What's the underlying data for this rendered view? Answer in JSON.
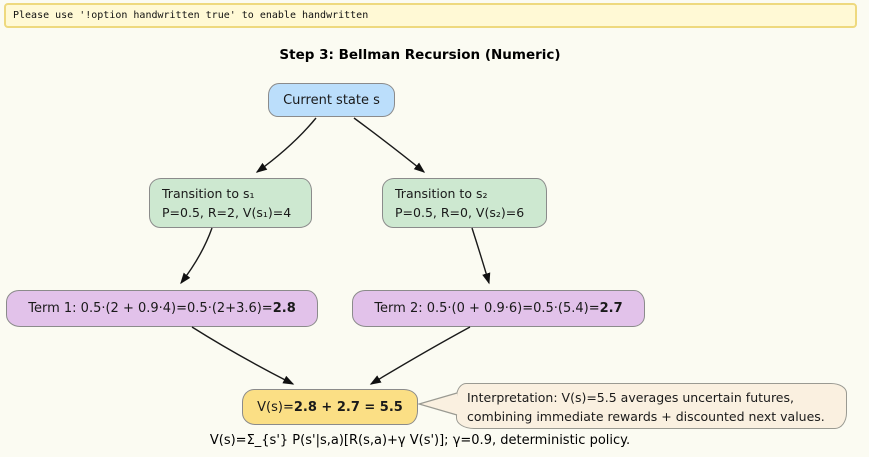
{
  "banner": {
    "text": "Please use '!option handwritten true' to enable handwritten"
  },
  "title": "Step 3: Bellman Recursion (Numeric)",
  "diagram": {
    "current": {
      "label": "Current state s"
    },
    "transition1": {
      "line1": "Transition to s₁",
      "line2": "P=0.5, R=2, V(s₁)=4"
    },
    "transition2": {
      "line1": "Transition to s₂",
      "line2": "P=0.5, R=0, V(s₂)=6"
    },
    "term1": {
      "prefix": "Term 1: 0.5·(2 + 0.9·4)=0.5·(2+3.6)=",
      "result": "2.8"
    },
    "term2": {
      "prefix": "Term 2: 0.5·(0 + 0.9·6)=0.5·(5.4)=",
      "result": "2.7"
    },
    "value": {
      "prefix": "V(s)=",
      "result": "2.8 + 2.7 = 5.5"
    },
    "callout": {
      "line1": "Interpretation: V(s)=5.5 averages uncertain futures,",
      "line2": "combining immediate rewards + discounted next values."
    }
  },
  "footer": {
    "formula": "V(s)=Σ_{s'} P(s'|s,a)[R(s,a)+γ V(s')]; γ=0.9, deterministic policy."
  },
  "colors": {
    "background": "#fbfbf2",
    "banner_fill": "#fff9d5",
    "banner_border": "#eed97e",
    "node_current": "#bbdefb",
    "node_transition": "#cde8d0",
    "node_term": "#e2c2ea",
    "node_value": "#fbdf85",
    "callout_fill": "#faf0e0",
    "node_border": "#8b8b8b",
    "arrow": "#1a1a1a"
  }
}
